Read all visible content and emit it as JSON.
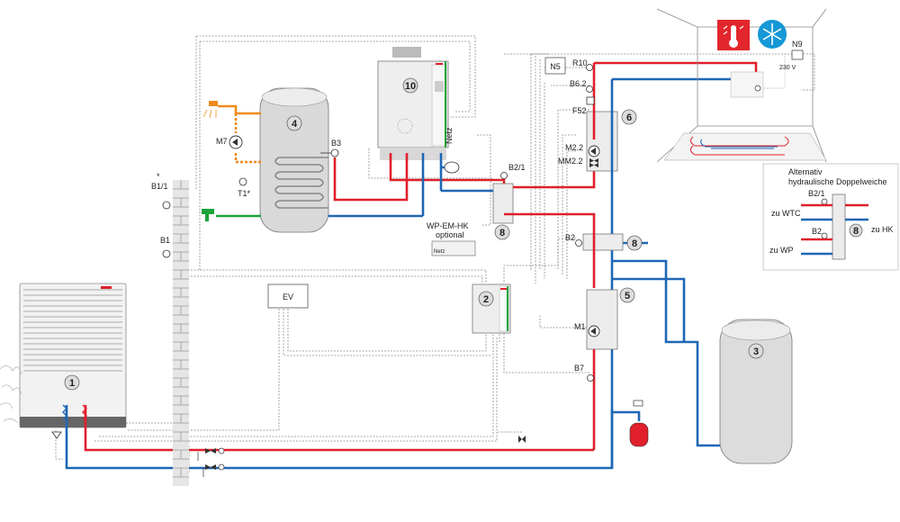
{
  "components": {
    "heatpump": "1",
    "mixer_module": "2",
    "buffer_tank": "3",
    "dhw_tank": "4",
    "heating_circuit_5": "5",
    "heating_circuit_6": "6",
    "separator_main": "8",
    "separator_small": "8",
    "separator_alt": "8",
    "boiler": "10"
  },
  "labels": {
    "B1_1": "B1/1",
    "asterisk": "*",
    "B1": "B1",
    "M7": "M7",
    "T1": "T1*",
    "B3": "B3",
    "B2_1": "B2/1",
    "WP_EM_HK": "WP-EM-HK",
    "optional": "optional",
    "netz_small": "Netz",
    "netz_boiler": "Netz",
    "EV": "EV",
    "N5": "N5",
    "R10": "R10",
    "B6_2": "B6.2",
    "F52": "F52",
    "M2_2": "M2.2",
    "MM2_2": "MM2.2",
    "B2": "B2",
    "M1": "M1",
    "B7": "B7",
    "N9": "N9",
    "voltage": "230 V"
  },
  "inset": {
    "title_line1": "Alternativ",
    "title_line2": "hydraulische Doppelweiche",
    "b2_1": "B2/1",
    "b2": "B2",
    "zu_wtc": "zu WTC",
    "zu_wp": "zu WP",
    "zu_hk": "zu HK"
  },
  "colors": {
    "flow": "#e0202a",
    "return": "#1f67b4",
    "cold_water": "#1ba23a",
    "hot_water": "#f08a1c",
    "heat_icon_bg": "#e3262d",
    "cool_icon_bg": "#1598d6"
  },
  "icons": {
    "heating": "thermometer-heat-icon",
    "cooling": "snowflake-icon"
  }
}
